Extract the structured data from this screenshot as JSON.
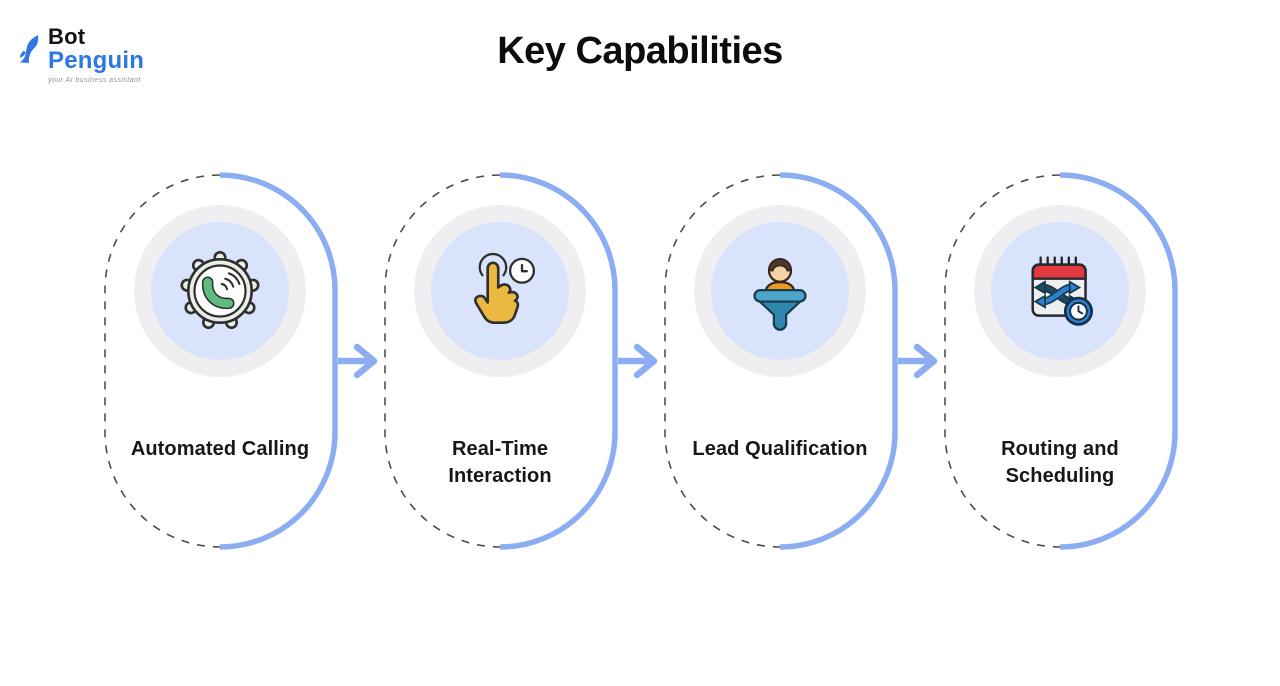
{
  "brand": {
    "name_top": "Bot",
    "name_bottom": "Penguin",
    "tagline": "your AI business assistant"
  },
  "header": {
    "title": "Key Capabilities"
  },
  "cards": [
    {
      "label": "Automated Calling",
      "icon": "phone-gear-icon"
    },
    {
      "label": "Real-Time Interaction",
      "icon": "tap-clock-icon"
    },
    {
      "label": "Lead Qualification",
      "icon": "person-funnel-icon"
    },
    {
      "label": "Routing and Scheduling",
      "icon": "calendar-shuffle-clock-icon"
    }
  ],
  "colors": {
    "accent_blue": "#8dadf2",
    "logo_blue": "#2e77e5",
    "icon_disc_blue": "#dae3fc",
    "icon_ring_gray": "#efeff1",
    "dashed_border": "#4d4d4d",
    "text": "#161718",
    "phone_green": "#5fbc80",
    "hand_yellow": "#ebb93f",
    "funnel_teal": "#2f87ad",
    "shirt_orange": "#eb9a23",
    "calendar_red": "#e2393e",
    "shuffle_blue": "#2d7fd2",
    "shuffle_navy": "#1c4a60"
  }
}
